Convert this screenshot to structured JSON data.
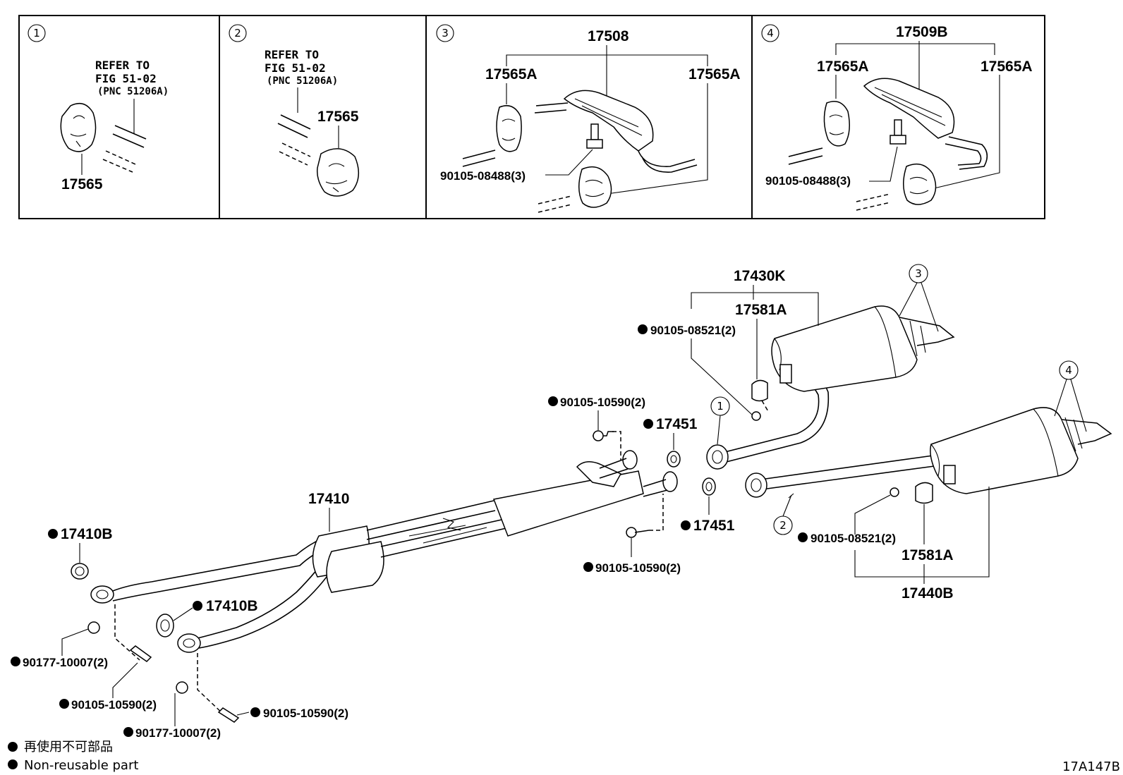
{
  "inset_panels": [
    {
      "number": "1",
      "refer_line1": "REFER TO",
      "refer_line2": "FIG 51-02",
      "refer_line3": "(PNC 51206A)",
      "part": "17565"
    },
    {
      "number": "2",
      "refer_line1": "REFER TO",
      "refer_line2": "FIG 51-02",
      "refer_line3": "(PNC 51206A)",
      "part": "17565"
    },
    {
      "number": "3",
      "bracket": "17508",
      "left_part": "17565A",
      "right_part": "17565A",
      "bolt": "90105-08488(3)"
    },
    {
      "number": "4",
      "bracket": "17509B",
      "left_part": "17565A",
      "right_part": "17565A",
      "bolt": "90105-08488(3)"
    }
  ],
  "main": {
    "front_pipe": "17410",
    "gasket_left": "17410B",
    "gasket_right": "17410B",
    "bolt_a": "90177-10007(2)",
    "bolt_b": "90105-10590(2)",
    "bolt_c": "90177-10007(2)",
    "bolt_d": "90105-10590(2)",
    "bolt_center_top": "90105-10590(2)",
    "bolt_center_bottom": "90105-10590(2)",
    "gasket_center_top": "17451",
    "gasket_center_bottom": "17451",
    "upper_assy": "17430K",
    "upper_tip": "17581A",
    "upper_bolt": "90105-08521(2)",
    "lower_assy": "17440B",
    "lower_tip": "17581A",
    "lower_bolt": "90105-08521(2)",
    "callout_1": "1",
    "callout_2": "2",
    "callout_3": "3",
    "callout_4": "4"
  },
  "legend": {
    "line1": "再使用不可部品",
    "line2": "Non-reusable part"
  },
  "figure_code": "17A147B"
}
